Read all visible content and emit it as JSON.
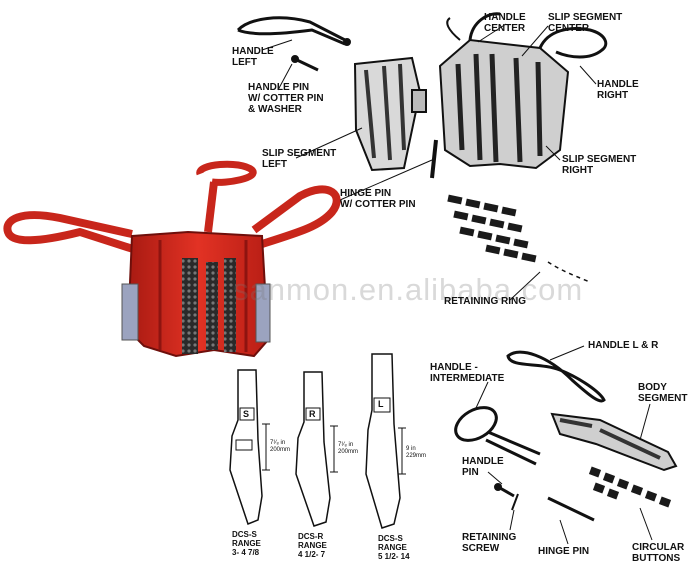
{
  "top_labels": {
    "handle_left": [
      "HANDLE",
      "LEFT"
    ],
    "handle_pin": [
      "HANDLE PIN",
      "W/ COTTER PIN",
      "& WASHER"
    ],
    "handle_center": [
      "HANDLE",
      "CENTER"
    ],
    "slip_segment_center": [
      "SLIP SEGMENT",
      "CENTER"
    ],
    "handle_right": [
      "HANDLE",
      "RIGHT"
    ],
    "slip_segment_left": [
      "SLIP SEGMENT",
      "LEFT"
    ],
    "slip_segment_right": [
      "SLIP SEGMENT",
      "RIGHT"
    ],
    "hinge_pin": [
      "HINGE PIN",
      "W/ COTTER PIN"
    ],
    "retaining_ring": "RETAINING RING"
  },
  "watermark": "sanmon.en.alibaba.com",
  "segments": {
    "s": {
      "letter": "S",
      "dim": [
        "7¹⁄₈ in",
        "200mm"
      ],
      "caption": [
        "DCS-S",
        "RANGE",
        "3- 4 7/8"
      ]
    },
    "r": {
      "letter": "R",
      "dim": [
        "7¹⁄₈ in",
        "200mm"
      ],
      "caption": [
        "DCS-R",
        "RANGE",
        "4 1/2- 7"
      ]
    },
    "l": {
      "letter": "L",
      "dim": [
        "9 in",
        "229mm"
      ],
      "caption": [
        "DCS-S",
        "RANGE",
        "5 1/2- 14"
      ]
    }
  },
  "bottom_labels": {
    "handle_lr": "HANDLE L & R",
    "handle_intermediate": [
      "HANDLE -",
      "INTERMEDIATE"
    ],
    "body_segment": [
      "BODY",
      "SEGMENT"
    ],
    "handle_pin": [
      "HANDLE",
      "PIN"
    ],
    "retaining_screw": [
      "RETAINING",
      "SCREW"
    ],
    "hinge_pin": "HINGE PIN",
    "circular_buttons": [
      "CIRCULAR",
      "BUTTONS"
    ]
  },
  "colors": {
    "slip_red": "#d42a1e",
    "slip_dark_red": "#8e1410",
    "ink": "#111111"
  }
}
